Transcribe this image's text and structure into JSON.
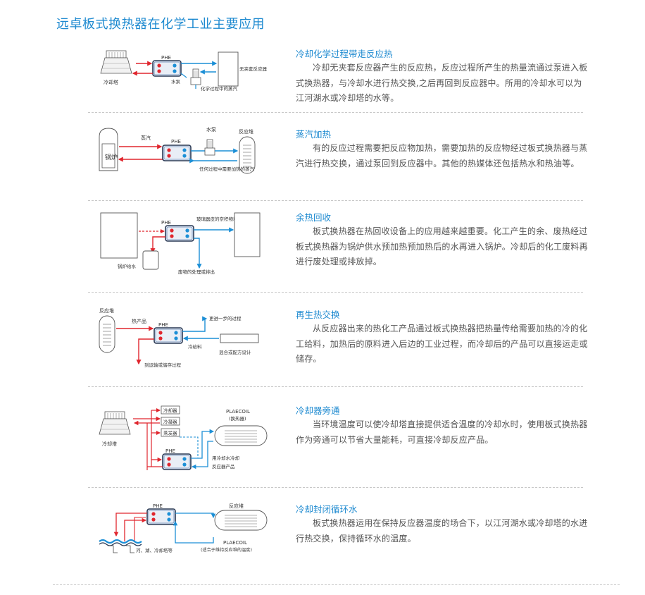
{
  "page": {
    "title": "远卓板式换热器在化学工业主要应用"
  },
  "colors": {
    "accent": "#1e8ad0",
    "hot": "#e0262e",
    "cold": "#1c8fd6"
  },
  "sections": [
    {
      "heading": "冷却化学过程带走反应热",
      "body": "冷却无夹套反应器产生的反应热，反应过程所产生的热量流通过泵进入板式换热器，与冷却水进行热交换,之后再回到反应器中。所用的冷却水可以为江河湖水或冷却塔的水等。",
      "labels": {
        "phe": "PHE",
        "tower": "冷却塔",
        "pump": "水泵",
        "reactor": "无夹套反应器",
        "steam": "化学过程中的蒸汽"
      }
    },
    {
      "heading": "蒸汽加热",
      "body": "有的反应过程需要把反应物加热，需要加热的反应物经过板式换热器与蒸汽进行热交换，通过泵回到反应器中。其他的热媒体还包括热水和热油等。",
      "labels": {
        "phe": "PHE",
        "steam": "蒸汽",
        "boiler": "锅炉",
        "pump": "水泵",
        "reactor": "反应堆",
        "note": "任何过程中需要加热的蒸汽"
      }
    },
    {
      "heading": "余热回收",
      "body": "板式换热器在热回收设备上的应用越来越重要。化工产生的余、废热经过板式换热器为锅炉供水预加热预加热后的水再进入锅炉。冷却后的化工废料再进行废处理或排放掉。",
      "labels": {
        "phe": "PHE",
        "glass": "玻璃器皮的奈积物和废蒸汽",
        "boiler_feed": "锅炉给水",
        "waste": "废物的处理或排出"
      }
    },
    {
      "heading": "再生热交换",
      "body": "从反应器出来的热化工产品通过板式换热器把热量传给需要加热的冷的化工给料，加热后的原料进入后边的工业过程，而冷却后的产品可以直接运走或储存。",
      "labels": {
        "phe": "PHE",
        "reactor": "反应堆",
        "hot_product": "热产品",
        "further": "更进一步的过程",
        "cold_feed": "冷给料",
        "mix": "混合或配方设计",
        "transport": "到运输或储存过程"
      }
    },
    {
      "heading": "冷却器旁通",
      "body": "当环境温度可以使冷却塔直接提供适合温度的冷却水时，使用板式换热器作为旁通可以节省大量能耗，可直接冷却反应产品。",
      "labels": {
        "phe": "PHE",
        "tower": "冷却塔",
        "cooler": "冷却器",
        "condenser": "冷凝器",
        "evaporator": "蒸发器",
        "plaecoil": "PLAECOIL",
        "plaecoil_sub": "(换热器)",
        "note1": "用冷却水冷却",
        "note2": "反应器产品"
      }
    },
    {
      "heading": "冷却封闭循环水",
      "body": "板式换热器运用在保持反应器温度的场合下，以江河湖水或冷却塔的水进行热交换，保持循环水的温度。",
      "labels": {
        "phe": "PHE",
        "reactor": "反应堆",
        "plaecoil": "PLAECOIL",
        "plaecoil_sub": "(适合于维持反应堆的温度)",
        "water": "河、湖、冷却塔等"
      }
    }
  ]
}
